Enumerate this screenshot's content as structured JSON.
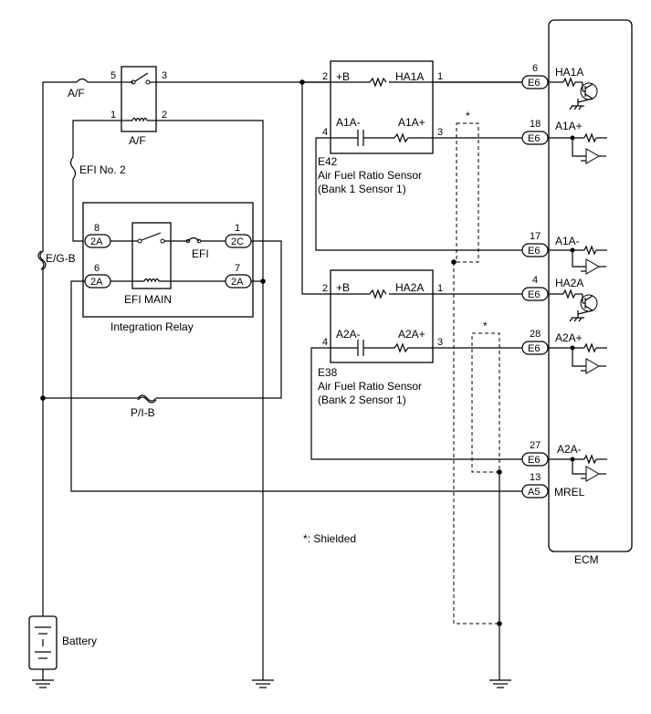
{
  "components": {
    "af_relay": {
      "name": "A/F",
      "fuse": "A/F",
      "pins": {
        "p5": "5",
        "p3": "3",
        "p1": "1",
        "p2": "2"
      }
    },
    "efi_no2_fuse": "EFI No. 2",
    "eg_b_fuse": "E/G-B",
    "pib_fuse": "P/I-B",
    "battery": "Battery",
    "integration_relay": {
      "name": "Integration Relay",
      "efi_main": "EFI MAIN",
      "efi_fuse": "EFI",
      "pins": {
        "p8": "8",
        "p6": "6",
        "p1": "1",
        "p7": "7"
      },
      "conn_2a": "2A",
      "conn_2c": "2C"
    },
    "sensor1": {
      "code": "E42",
      "name": "Air Fuel Ratio Sensor",
      "position": "(Bank 1 Sensor 1)",
      "plusb": "+B",
      "heater": "HA1A",
      "neg": "A1A-",
      "pos": "A1A+",
      "pins": {
        "p2": "2",
        "p1": "1",
        "p4": "4",
        "p3": "3"
      }
    },
    "sensor2": {
      "code": "E38",
      "name": "Air Fuel Ratio Sensor",
      "position": "(Bank 2 Sensor 1)",
      "plusb": "+B",
      "heater": "HA2A",
      "neg": "A2A-",
      "pos": "A2A+",
      "pins": {
        "p2": "2",
        "p1": "1",
        "p4": "4",
        "p3": "3"
      }
    },
    "ecm": {
      "name": "ECM",
      "terminals": [
        {
          "pin": "6",
          "conn": "E6",
          "signal": "HA1A"
        },
        {
          "pin": "18",
          "conn": "E6",
          "signal": "A1A+"
        },
        {
          "pin": "17",
          "conn": "E6",
          "signal": "A1A-"
        },
        {
          "pin": "4",
          "conn": "E6",
          "signal": "HA2A"
        },
        {
          "pin": "28",
          "conn": "E6",
          "signal": "A2A+"
        },
        {
          "pin": "27",
          "conn": "E6",
          "signal": "A2A-"
        },
        {
          "pin": "13",
          "conn": "A5",
          "signal": "MREL"
        }
      ]
    }
  },
  "shield": {
    "marker": "*",
    "note": "*: Shielded"
  }
}
